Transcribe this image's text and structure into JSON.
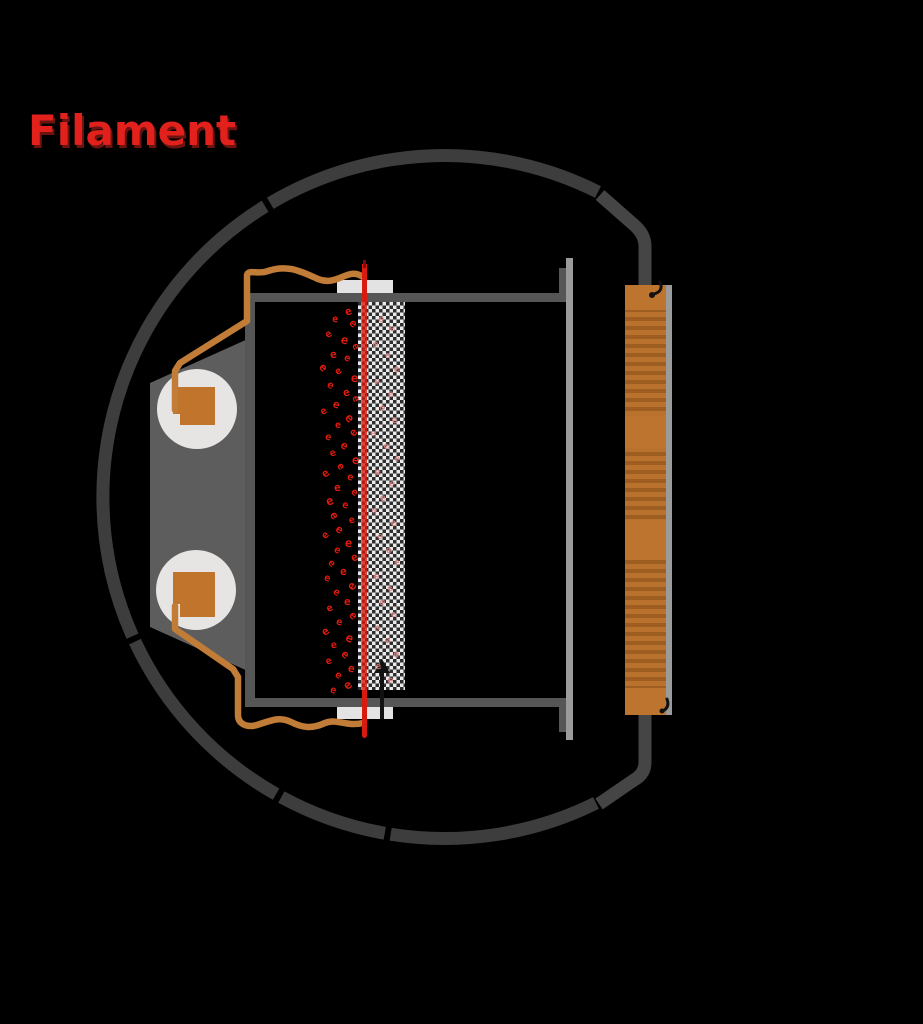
{
  "labels": {
    "filament": "Filament"
  },
  "electron_glyph": "e",
  "colors": {
    "background": "#000000",
    "label_red": "#e2201c",
    "envelope_gray": "#3d3d3d",
    "connector_gray": "#454545",
    "structure_gray": "#565656",
    "trapezoid_gray": "#5d5d5d",
    "plate_light_gray": "#9b9b9b",
    "insulator_white": "#e3e3e3",
    "feedthrough_white": "#e7e5e4",
    "wire_orange": "#c17c38",
    "pad_orange": "#c1752c",
    "coil_orange": "#b8722e",
    "coil_stripe": "#9f5e21",
    "coil_solid": "#bc742f",
    "filament_red": "#d91a10",
    "electron_red": "#e01b0e",
    "electron_pink": "#d98080",
    "mesh_light": "#ebebeb",
    "mesh_dark": "#2e2e2e",
    "lead_black": "#111111"
  },
  "electrons_outside": [
    [
      345,
      306,
      -20,
      11
    ],
    [
      332,
      315,
      10,
      10
    ],
    [
      350,
      318,
      40,
      11
    ],
    [
      326,
      330,
      -35,
      10
    ],
    [
      341,
      334,
      15,
      12
    ],
    [
      352,
      342,
      60,
      10
    ],
    [
      330,
      349,
      -10,
      11
    ],
    [
      344,
      354,
      25,
      10
    ],
    [
      320,
      362,
      50,
      11
    ],
    [
      336,
      367,
      -45,
      10
    ],
    [
      351,
      372,
      5,
      12
    ],
    [
      327,
      381,
      30,
      10
    ],
    [
      343,
      387,
      -15,
      11
    ],
    [
      352,
      394,
      70,
      10
    ],
    [
      333,
      399,
      20,
      11
    ],
    [
      321,
      407,
      -30,
      10
    ],
    [
      346,
      412,
      45,
      12
    ],
    [
      335,
      421,
      0,
      10
    ],
    [
      350,
      427,
      -50,
      11
    ],
    [
      325,
      433,
      15,
      10
    ],
    [
      341,
      440,
      35,
      11
    ],
    [
      330,
      449,
      -20,
      10
    ],
    [
      352,
      454,
      10,
      12
    ],
    [
      337,
      462,
      55,
      10
    ],
    [
      322,
      468,
      -40,
      11
    ],
    [
      347,
      473,
      20,
      10
    ],
    [
      334,
      482,
      -5,
      11
    ],
    [
      351,
      488,
      40,
      10
    ],
    [
      326,
      495,
      -25,
      12
    ],
    [
      342,
      501,
      15,
      10
    ],
    [
      331,
      510,
      60,
      11
    ],
    [
      349,
      516,
      -15,
      10
    ],
    [
      336,
      524,
      30,
      11
    ],
    [
      323,
      531,
      -45,
      10
    ],
    [
      345,
      537,
      5,
      12
    ],
    [
      334,
      546,
      25,
      10
    ],
    [
      351,
      552,
      -30,
      11
    ],
    [
      328,
      559,
      45,
      10
    ],
    [
      340,
      566,
      -10,
      11
    ],
    [
      324,
      574,
      20,
      10
    ],
    [
      348,
      580,
      -55,
      12
    ],
    [
      333,
      588,
      35,
      10
    ],
    [
      344,
      596,
      0,
      11
    ],
    [
      327,
      604,
      -25,
      10
    ],
    [
      350,
      610,
      50,
      11
    ],
    [
      336,
      618,
      15,
      10
    ],
    [
      322,
      626,
      -35,
      11
    ],
    [
      346,
      632,
      25,
      12
    ],
    [
      331,
      641,
      -10,
      10
    ],
    [
      342,
      649,
      40,
      11
    ],
    [
      326,
      657,
      -20,
      10
    ],
    [
      348,
      663,
      10,
      11
    ],
    [
      335,
      671,
      30,
      10
    ],
    [
      344,
      679,
      -40,
      12
    ],
    [
      330,
      686,
      20,
      10
    ]
  ],
  "electrons_inside": [
    [
      378,
      315,
      15,
      10
    ],
    [
      390,
      325,
      -20,
      9
    ],
    [
      372,
      340,
      35,
      10
    ],
    [
      385,
      352,
      0,
      9
    ],
    [
      394,
      365,
      -30,
      10
    ],
    [
      374,
      378,
      20,
      9
    ],
    [
      388,
      390,
      -10,
      10
    ],
    [
      379,
      404,
      45,
      9
    ],
    [
      392,
      416,
      -25,
      10
    ],
    [
      370,
      430,
      10,
      9
    ],
    [
      384,
      442,
      -40,
      10
    ],
    [
      394,
      455,
      25,
      9
    ],
    [
      375,
      468,
      -15,
      10
    ],
    [
      389,
      480,
      30,
      9
    ],
    [
      380,
      494,
      -5,
      10
    ],
    [
      371,
      507,
      40,
      9
    ],
    [
      391,
      519,
      -30,
      10
    ],
    [
      377,
      533,
      15,
      9
    ],
    [
      386,
      546,
      -20,
      10
    ],
    [
      394,
      559,
      5,
      9
    ],
    [
      373,
      572,
      30,
      10
    ],
    [
      388,
      585,
      -35,
      9
    ],
    [
      379,
      598,
      20,
      10
    ],
    [
      391,
      611,
      -10,
      9
    ],
    [
      374,
      624,
      35,
      10
    ],
    [
      385,
      637,
      -25,
      9
    ],
    [
      393,
      650,
      10,
      10
    ],
    [
      376,
      663,
      -15,
      9
    ],
    [
      387,
      676,
      25,
      10
    ]
  ]
}
